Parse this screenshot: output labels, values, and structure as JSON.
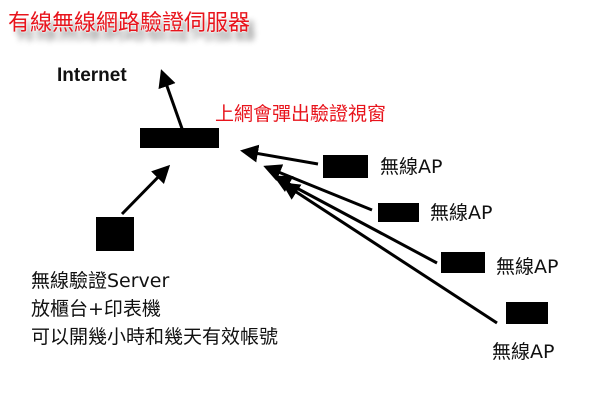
{
  "title": "有線無線網路驗證伺服器",
  "internet_label": "Internet",
  "gateway_note": "上網會彈出驗證視窗",
  "server": {
    "lines": [
      "無線驗證Server",
      "放櫃台+印表機",
      "可以開幾小時和幾天有效帳號"
    ]
  },
  "access_points": [
    {
      "label": "無線AP"
    },
    {
      "label": "無線AP"
    },
    {
      "label": "無線AP"
    },
    {
      "label": "無線AP"
    }
  ]
}
